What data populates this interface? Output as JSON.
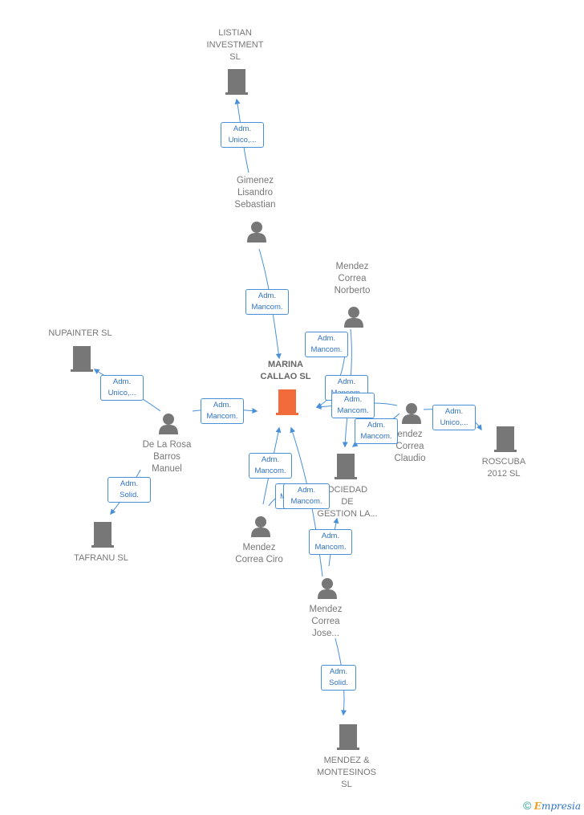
{
  "nodes": {
    "listian": {
      "label": "LISTIAN\nINVESTMENT\nSL"
    },
    "gimenez": {
      "label": "Gimenez\nLisandro\nSebastian"
    },
    "mendez_norberto": {
      "label": "Mendez\nCorrea\nNorberto"
    },
    "nupainter": {
      "label": "NUPAINTER  SL"
    },
    "marina": {
      "label": "MARINA\nCALLAO  SL"
    },
    "mendez_claudio": {
      "label": "endez\nCorrea\nClaudio"
    },
    "roscuba": {
      "label": "ROSCUBA\n2012 SL"
    },
    "delarosa": {
      "label": "De La Rosa\nBarros\nManuel"
    },
    "sociedad": {
      "label": "OCIEDAD\nDE\nGESTION LA..."
    },
    "tafranu": {
      "label": "TAFRANU  SL"
    },
    "mendez_ciro": {
      "label": "Mendez\nCorrea Ciro"
    },
    "mendez_jose": {
      "label": "Mendez\nCorrea\nJose..."
    },
    "mendez_montesinos": {
      "label": "MENDEZ &\nMONTESINOS\nSL"
    }
  },
  "relations": {
    "r1": "Adm.\nUnico,...",
    "r2": "Adm.\nMancom.",
    "r3": "Adm.\nMancom.",
    "r4": "Adm.\nUnico,...",
    "r5": "Adm.\nMancom.",
    "r6": "Adm.\nMancom.",
    "r7": "Adm.\nMancom.",
    "r8": "Adm.\nUnico,...",
    "r9": "Adm.\nMancom.",
    "r10": "Adm.\nSolid.",
    "r11": "Adm.\nMancom.",
    "r12": "M",
    "r13": "Adm.\nMancom.",
    "r14": "Adm.\nMancom.",
    "r15": "Adm.\nSolid."
  },
  "colors": {
    "edge": "#4a90d9",
    "icon": "#777777",
    "focus_icon": "#f26b3a"
  },
  "footer": {
    "copyright": "©",
    "brand_first": "E",
    "brand_rest": "mpresia"
  }
}
